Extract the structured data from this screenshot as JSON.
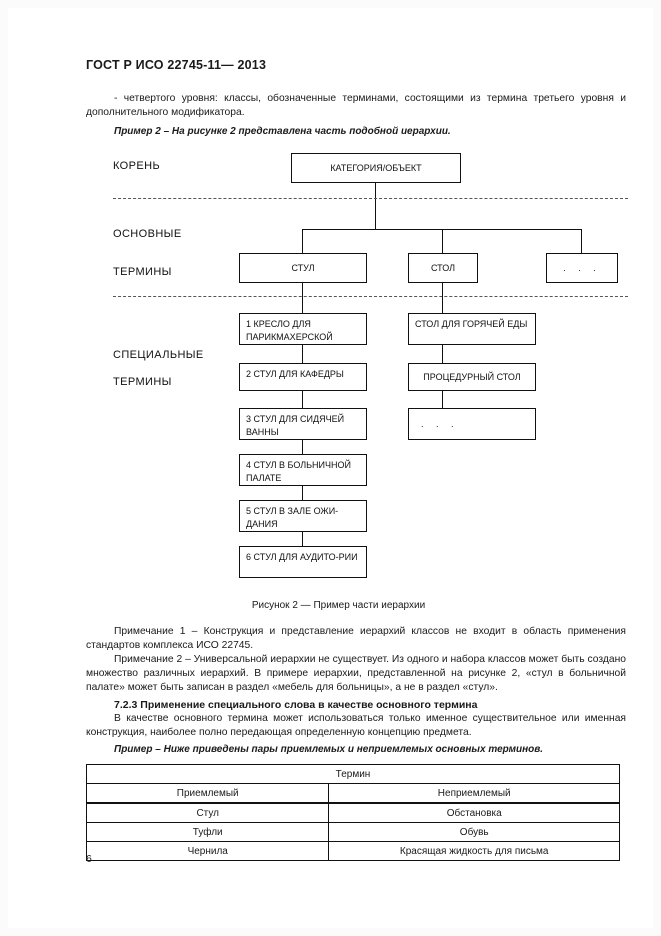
{
  "document": {
    "header": "ГОСТ Р ИСО 22745-11— 2013",
    "page_number": "6"
  },
  "intro": {
    "paragraph": "- четвертого уровня: классы, обозначенные терминами, состоящими из термина третьего уровня и дополнительного модификатора.",
    "example_label": "Пример 2 – На рисунке 2 представлена часть подобной иерархии."
  },
  "figure": {
    "caption": "Рисунок 2 — Пример части иерархии",
    "tiers": [
      {
        "label": "КОРЕНЬ"
      },
      {
        "label": "ОСНОВНЫЕ"
      },
      {
        "label": "ТЕРМИНЫ"
      },
      {
        "label": "СПЕЦИАЛЬНЫЕ"
      },
      {
        "label": "ТЕРМИНЫ"
      }
    ],
    "root": "КАТЕГОРИЯ/ОБЪЕКТ",
    "base_terms": [
      "СТУЛ",
      "СТОЛ",
      ". . ."
    ],
    "chair_branch": [
      "1 КРЕСЛО ДЛЯ ПАРИКМАХЕРСКОЙ",
      "2 СТУЛ ДЛЯ КАФЕДРЫ",
      "3 СТУЛ ДЛЯ СИДЯЧЕЙ ВАННЫ",
      "4 СТУЛ В БОЛЬНИЧНОЙ ПАЛАТЕ",
      "5 СТУЛ В ЗАЛЕ ОЖИ-ДАНИЯ",
      "6 СТУЛ ДЛЯ АУДИТО-РИИ"
    ],
    "table_branch": [
      "СТОЛ ДЛЯ ГОРЯЧЕЙ ЕДЫ",
      "ПРОЦЕДУРНЫЙ  СТОЛ",
      ". . ."
    ]
  },
  "notes": [
    "Примечание 1 – Конструкция и представление иерархий классов не входит в область применения стандартов комплекса ИСО 22745.",
    "Примечание 2 – Универсальной иерархии не существует. Из одного и набора классов может быть создано множество различных иерархий. В примере иерархии, представленной на рисунке 2, «стул в больничной палате» может быть записан в раздел «мебель для больницы», а не в раздел «стул»."
  ],
  "section": {
    "heading": "7.2.3 Применение специального слова в качестве основного термина",
    "paragraph": "В качестве основного термина может использоваться только именное существительное или именная конструкция, наиболее полно передающая определенную концепцию предмета.",
    "example_label": "Пример – Ниже приведены пары приемлемых и неприемлемых основных терминов."
  },
  "terms_table": {
    "title": "Термин",
    "columns": [
      "Приемлемый",
      "Неприемлемый"
    ],
    "rows": [
      [
        "Стул",
        "Обстановка"
      ],
      [
        "Туфли",
        "Обувь"
      ],
      [
        "Чернила",
        "Красящая жидкость для письма"
      ]
    ]
  }
}
